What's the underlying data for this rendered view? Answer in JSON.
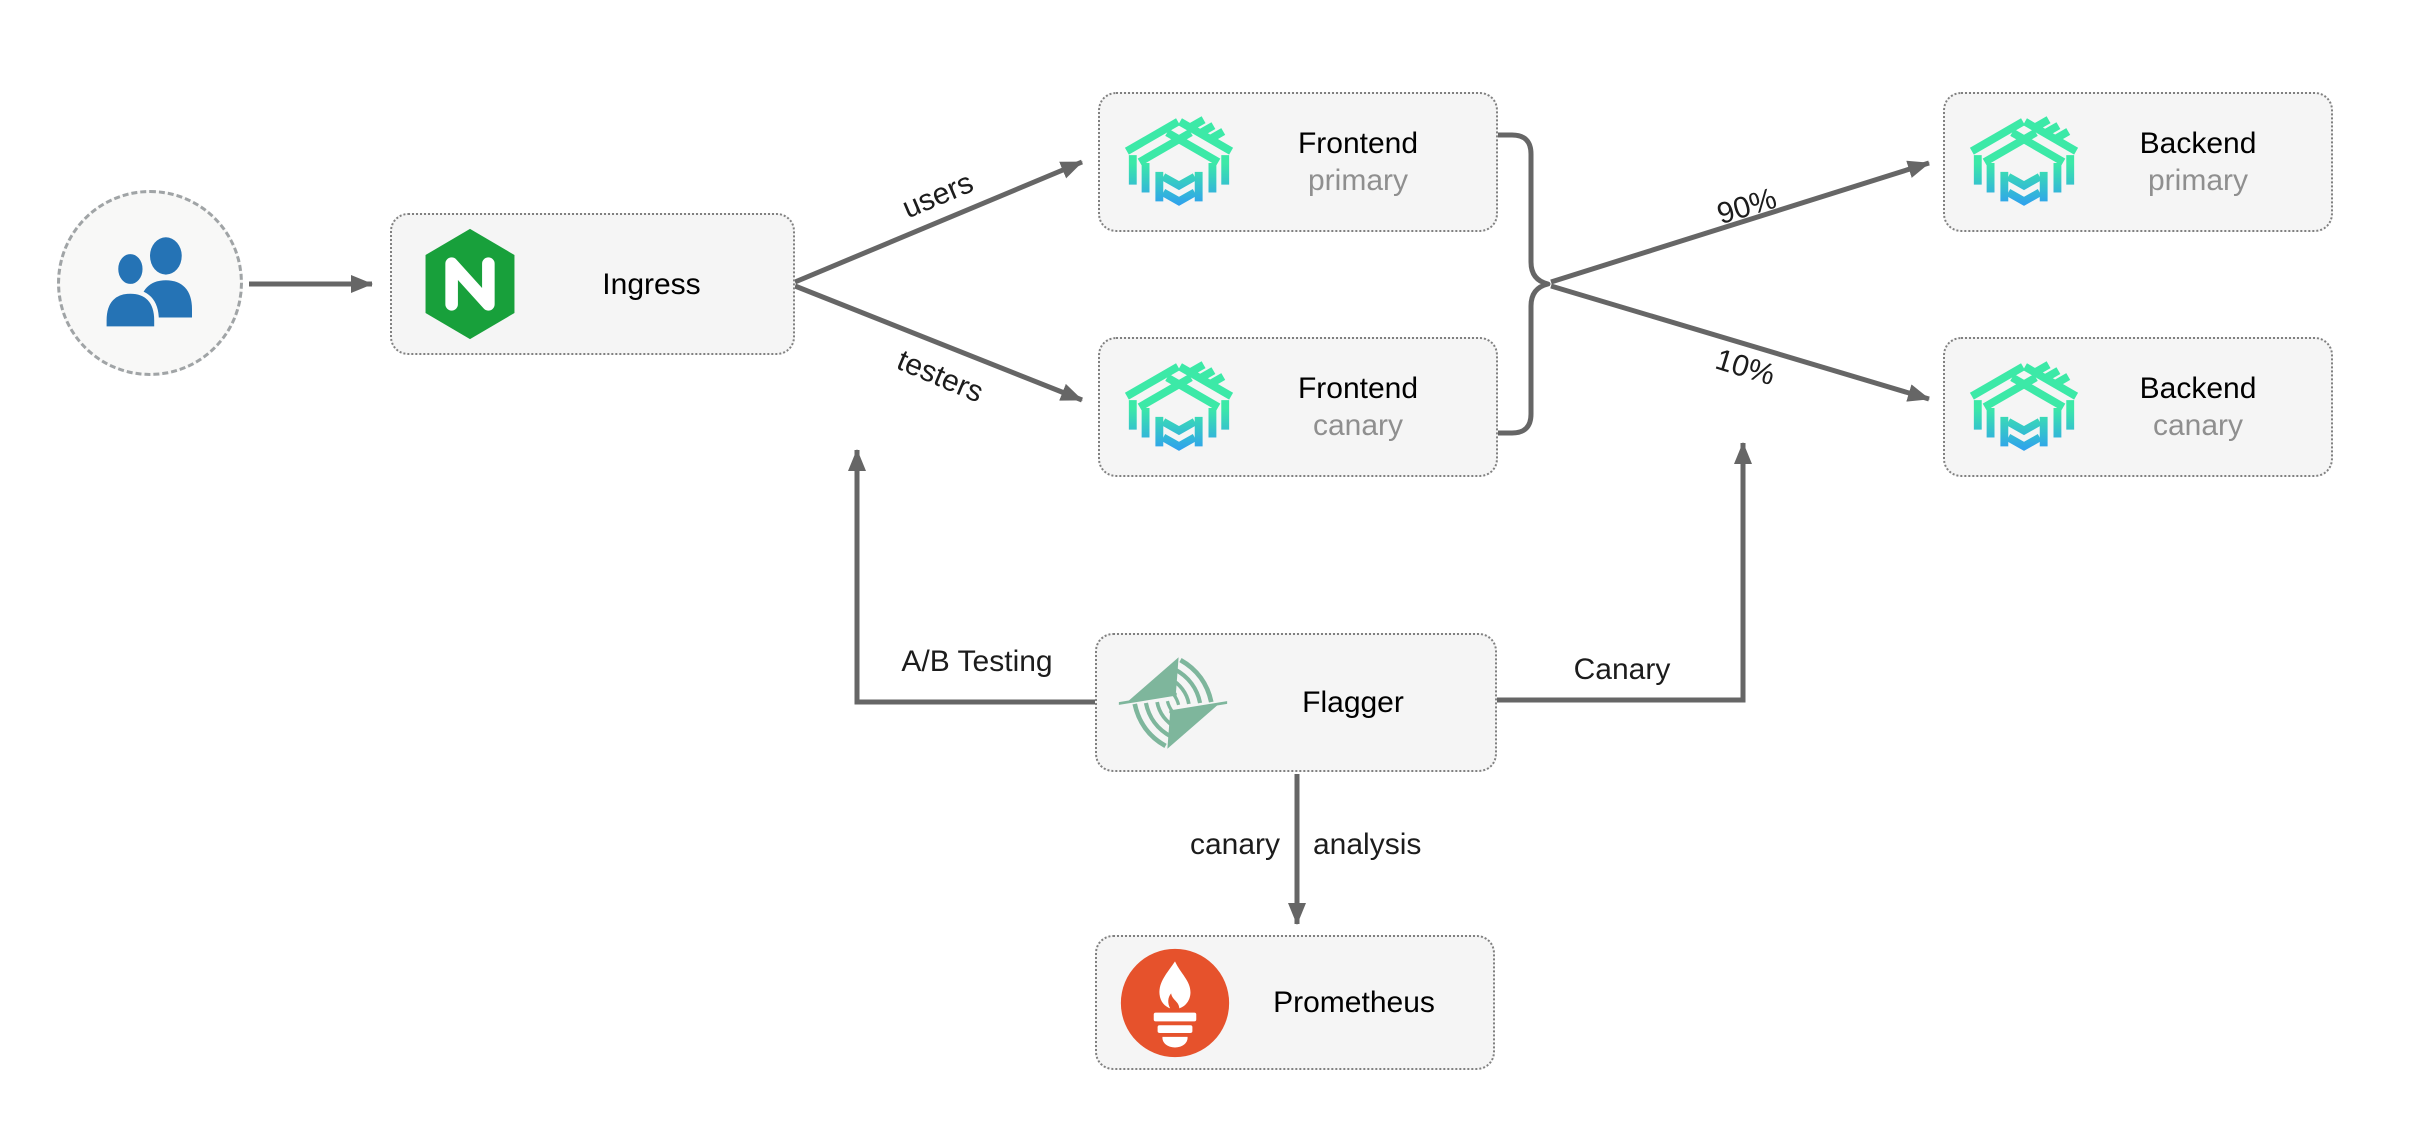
{
  "colors": {
    "arrow": "#666666",
    "node_bg": "#f5f5f5",
    "node_border": "#808080",
    "text": "#000000",
    "subtext": "#8f8f8f",
    "edge_label": "#1c1c1c",
    "users_blue": "#2573b5",
    "nginx_green": "#18a03b",
    "podinfo_green": "#3ce9a7",
    "podinfo_blue": "#2f9ff0",
    "flagger_sage": "#7eb69c",
    "prometheus_orange": "#e6522c"
  },
  "nodes": {
    "users": {
      "icon": "users-icon"
    },
    "ingress": {
      "label": "Ingress",
      "icon": "nginx-icon"
    },
    "frontend_primary": {
      "title": "Frontend",
      "subtitle": "primary",
      "icon": "podinfo-icon"
    },
    "frontend_canary": {
      "title": "Frontend",
      "subtitle": "canary",
      "icon": "podinfo-icon"
    },
    "backend_primary": {
      "title": "Backend",
      "subtitle": "primary",
      "icon": "podinfo-icon"
    },
    "backend_canary": {
      "title": "Backend",
      "subtitle": "canary",
      "icon": "podinfo-icon"
    },
    "flagger": {
      "label": "Flagger",
      "icon": "flagger-icon"
    },
    "prometheus": {
      "label": "Prometheus",
      "icon": "prometheus-icon"
    }
  },
  "edges": {
    "ingress_to_frontend_primary": {
      "label": "users"
    },
    "ingress_to_frontend_canary": {
      "label": "testers"
    },
    "frontends_to_backend_primary": {
      "label": "90%"
    },
    "frontends_to_backend_canary": {
      "label": "10%"
    },
    "flagger_to_ingress": {
      "label": "A/B Testing"
    },
    "flagger_to_backends": {
      "label": "Canary"
    },
    "flagger_to_prometheus": {
      "label_left": "canary",
      "label_right": "analysis"
    }
  }
}
